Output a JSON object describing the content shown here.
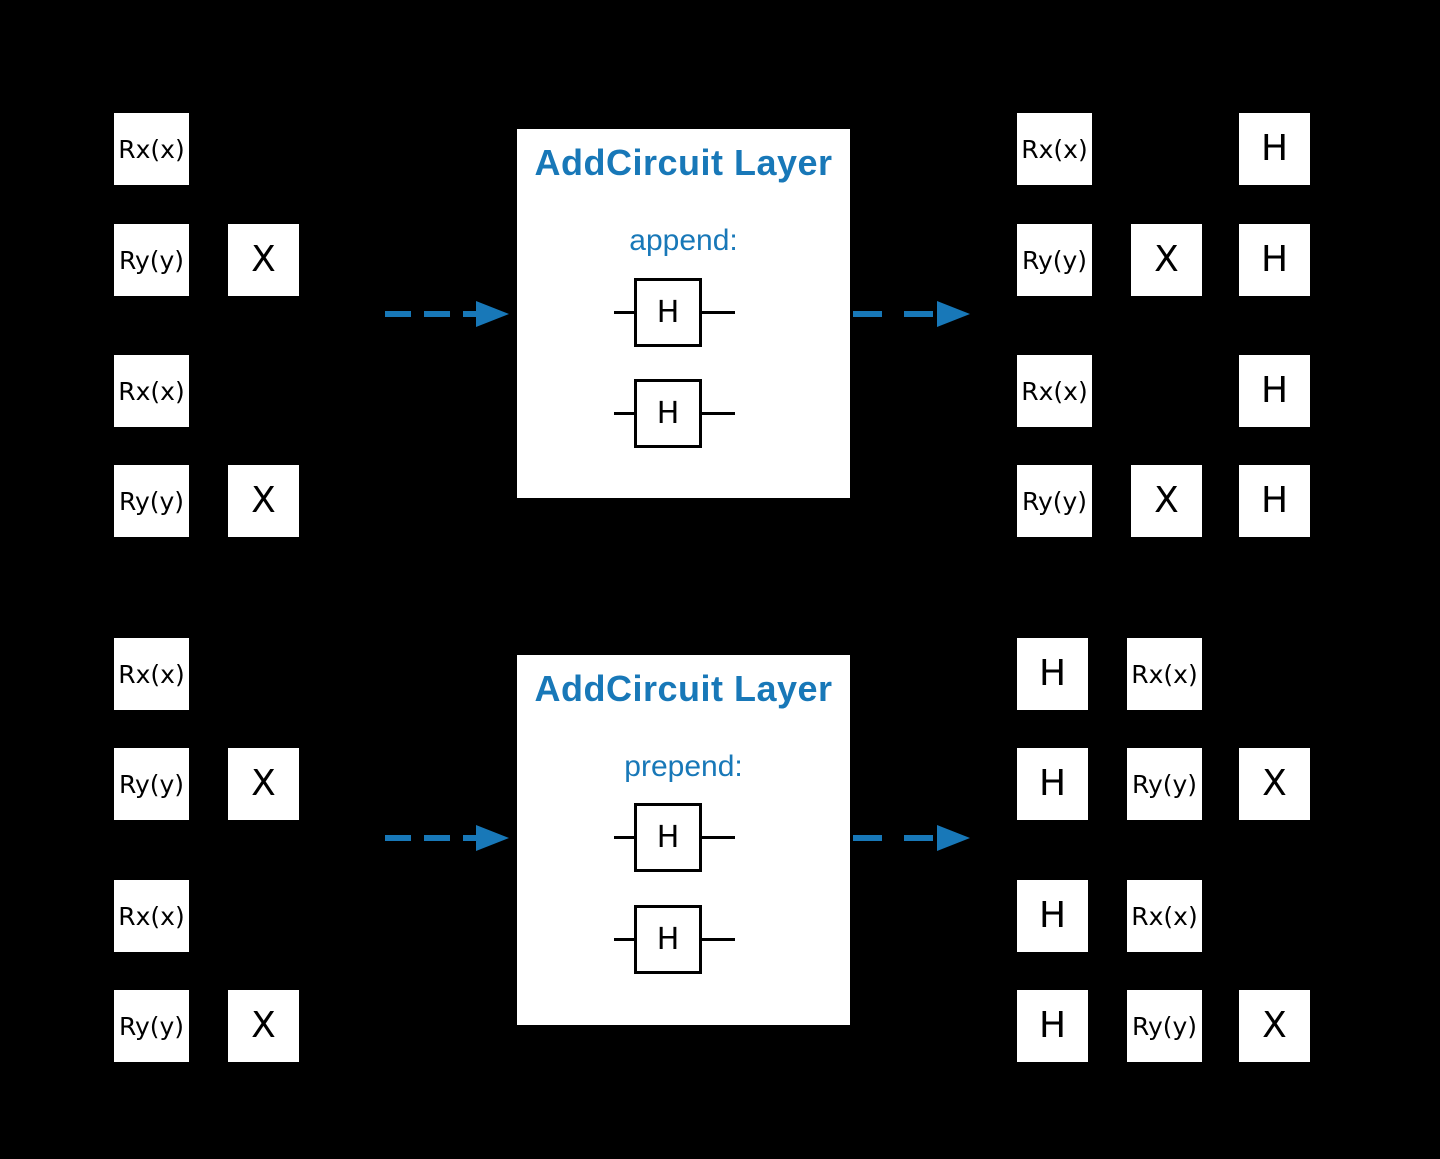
{
  "background": "#000000",
  "accent": "#1878b8",
  "gate_text_color": "#000000",
  "sections": [
    {
      "name": "append-example",
      "panel": {
        "title": "AddCircuit Layer",
        "mode": "append:",
        "gates": [
          "H",
          "H"
        ]
      },
      "input_circuit": {
        "rows": [
          [
            "Rx(x)",
            null,
            null
          ],
          [
            "Ry(y)",
            "X",
            null
          ],
          [
            "Rx(x)",
            null,
            null
          ],
          [
            "Ry(y)",
            "X",
            null
          ]
        ]
      },
      "output_circuit": {
        "rows": [
          [
            "Rx(x)",
            null,
            "H"
          ],
          [
            "Ry(y)",
            "X",
            "H"
          ],
          [
            "Rx(x)",
            null,
            "H"
          ],
          [
            "Ry(y)",
            "X",
            "H"
          ]
        ]
      }
    },
    {
      "name": "prepend-example",
      "panel": {
        "title": "AddCircuit Layer",
        "mode": "prepend:",
        "gates": [
          "H",
          "H"
        ]
      },
      "input_circuit": {
        "rows": [
          [
            "Rx(x)",
            null,
            null
          ],
          [
            "Ry(y)",
            "X",
            null
          ],
          [
            "Rx(x)",
            null,
            null
          ],
          [
            "Ry(y)",
            "X",
            null
          ]
        ]
      },
      "output_circuit": {
        "rows": [
          [
            "H",
            "Rx(x)",
            null
          ],
          [
            "H",
            "Ry(y)",
            "X"
          ],
          [
            "H",
            "Rx(x)",
            null
          ],
          [
            "H",
            "Ry(y)",
            "X"
          ]
        ]
      }
    }
  ]
}
